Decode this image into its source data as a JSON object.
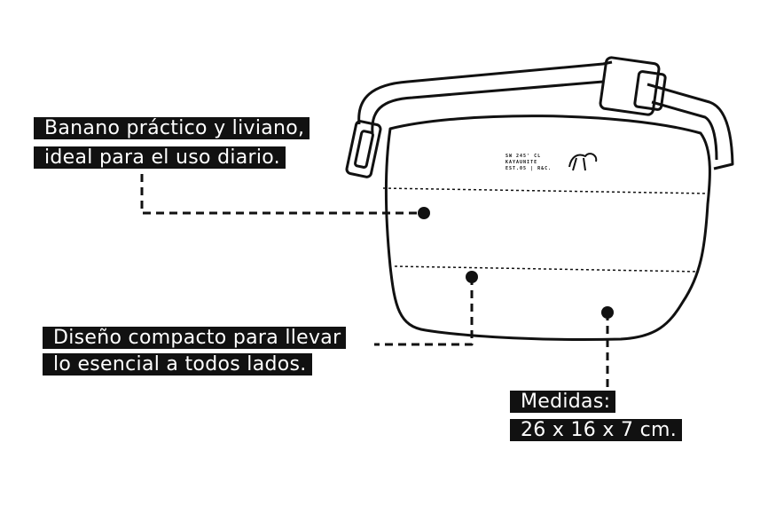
{
  "callouts": [
    {
      "lines": [
        "Banano práctico y liviano,",
        "ideal para el uso diario."
      ]
    },
    {
      "lines": [
        "Diseño compacto para llevar",
        "lo esencial a todos lados."
      ]
    },
    {
      "lines": [
        "Medidas:",
        "26 x 16 x 7 cm."
      ]
    }
  ],
  "logo": {
    "lines": [
      "SW   245'   CL",
      "KAYAUNITE",
      "EST.05  |  R&C."
    ]
  },
  "colors": {
    "label_bg": "#111111",
    "label_text": "#ffffff",
    "line": "#111111"
  }
}
